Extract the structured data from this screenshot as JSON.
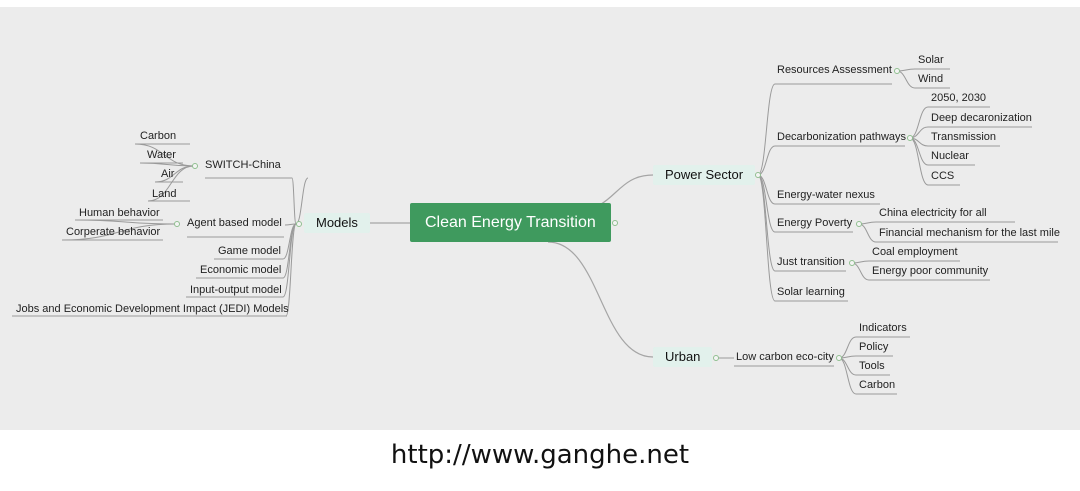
{
  "center": {
    "label": "Clean Energy Transition"
  },
  "branches": {
    "models": {
      "label": "Models",
      "switch_china": {
        "label": "SWITCH-China",
        "children": [
          "Carbon",
          "Water",
          "Air",
          "Land"
        ]
      },
      "agent_based": {
        "label": "Agent based model",
        "children": [
          "Human behavior",
          "Corperate behavior"
        ]
      },
      "others": [
        "Game model",
        "Economic model",
        "Input-output model",
        "Jobs and Economic Development Impact (JEDI) Models"
      ]
    },
    "power_sector": {
      "label": "Power Sector",
      "resources": {
        "label": "Resources Assessment",
        "children": [
          "Solar",
          "Wind"
        ]
      },
      "decarbonization": {
        "label": "Decarbonization pathways",
        "children": [
          "2050, 2030",
          "Deep decaronization",
          "Transmission",
          "Nuclear",
          "CCS"
        ]
      },
      "energy_water": {
        "label": "Energy-water nexus"
      },
      "energy_poverty": {
        "label": "Energy Poverty",
        "children": [
          "China electricity for all",
          "Financial mechanism for the last mile"
        ]
      },
      "just_transition": {
        "label": "Just transition",
        "children": [
          "Coal employment",
          "Energy poor community"
        ]
      },
      "solar_learning": {
        "label": "Solar learning"
      }
    },
    "urban": {
      "label": "Urban",
      "eco_city": {
        "label": "Low carbon eco-city",
        "children": [
          "Indicators",
          "Policy",
          "Tools",
          "Carbon"
        ]
      }
    }
  },
  "footer": {
    "url": "http://www.ganghe.net"
  }
}
